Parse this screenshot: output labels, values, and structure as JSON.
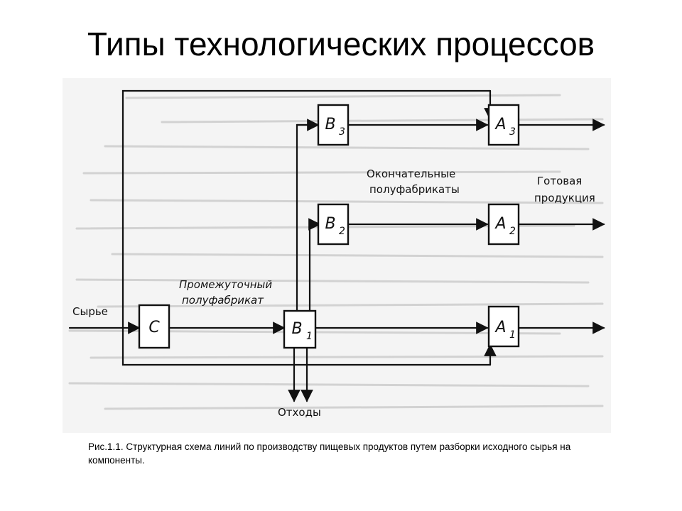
{
  "slide": {
    "title": "Типы технологических процессов"
  },
  "diagram": {
    "blocks": [
      {
        "letter": "C",
        "sub": ""
      },
      {
        "letter": "B",
        "sub": "1"
      },
      {
        "letter": "B",
        "sub": "2"
      },
      {
        "letter": "B",
        "sub": "3"
      },
      {
        "letter": "A",
        "sub": "1"
      },
      {
        "letter": "A",
        "sub": "2"
      },
      {
        "letter": "A",
        "sub": "3"
      }
    ],
    "labels": {
      "raw": "Сырье",
      "intermediate_line1": "Промежуточный",
      "intermediate_line2": "полуфабрикат",
      "final_line1": "Окончательные",
      "final_line2": "полуфабрикаты",
      "product_line1": "Готовая",
      "product_line2": "продукция",
      "waste": "Отходы"
    }
  },
  "caption": "Рис.1.1. Структурная схема линий по производству пищевых продуктов путем разборки исходного сырья на компоненты."
}
